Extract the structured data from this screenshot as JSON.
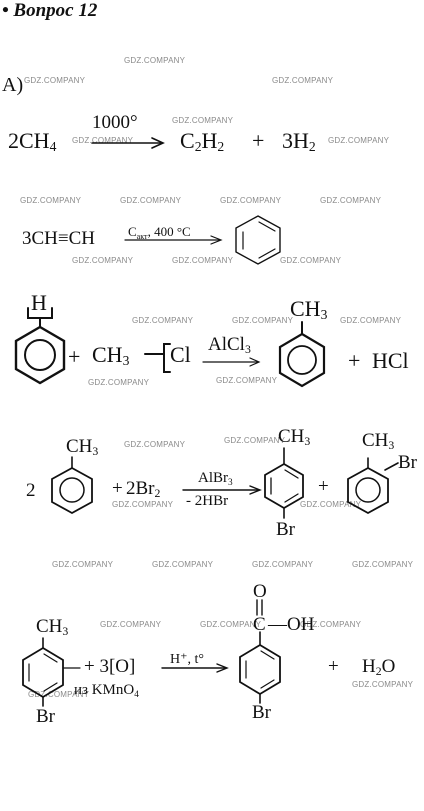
{
  "title": "• Вопрос 12",
  "label_a": "A)",
  "watermark": "GDZ.COMPANY",
  "r1": {
    "reactant_coef": "2CH",
    "reactant_sub": "4",
    "condition": "1000°",
    "product1": "C",
    "product1_sub1": "2",
    "product1_mid": "H",
    "product1_sub2": "2",
    "plus": "+",
    "product2": "3H",
    "product2_sub": "2"
  },
  "r2": {
    "reactant": "3CH≡CH",
    "condition_c": "C",
    "condition_sub": "акт",
    "condition_temp": ", 400 °C"
  },
  "r3": {
    "h_label": "H",
    "plus": "+",
    "methyl": "CH",
    "methyl_sub": "3",
    "cl": "Cl",
    "catalyst": "AlCl",
    "catalyst_sub": "3",
    "product_ch3": "CH",
    "product_ch3_sub": "3",
    "plus2": "+",
    "hcl": "HCl"
  },
  "r4": {
    "coef": "2",
    "ch3": "CH",
    "ch3_sub": "3",
    "plus": "+",
    "reagent": "2Br",
    "reagent_sub": "2",
    "catalyst": "AlBr",
    "catalyst_sub": "3",
    "byproduct": "- 2HBr",
    "p1_ch3": "CH",
    "p1_ch3_sub": "3",
    "p1_br": "Br",
    "plus2": "+",
    "p2_ch3": "CH",
    "p2_ch3_sub": "3",
    "p2_br": "Br"
  },
  "r5": {
    "ch3": "CH",
    "ch3_sub": "3",
    "br": "Br",
    "oxidant": "+ 3[O]",
    "source": "из KMnO",
    "source_sub": "4",
    "condition": "H⁺, t°",
    "cooh_o": "O",
    "cooh_c": "C",
    "cooh_oh": "—OH",
    "product_br": "Br",
    "plus": "+",
    "water": "H",
    "water_sub": "2",
    "water_o": "O"
  }
}
